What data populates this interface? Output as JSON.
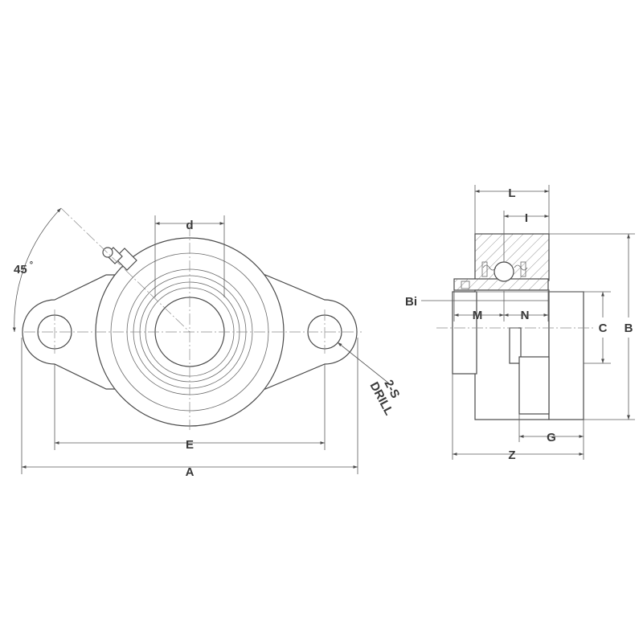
{
  "labels": {
    "d": "d",
    "angle": "45",
    "degree": "°",
    "E": "E",
    "A": "A",
    "drill_line1": "2-S",
    "drill_line2": "DRILL",
    "L": "L",
    "I": "I",
    "Bi": "Bi",
    "M": "M",
    "N": "N",
    "C": "C",
    "B": "B",
    "G": "G",
    "Z": "Z"
  },
  "colors": {
    "line": "#4a4a4a",
    "background": "#ffffff"
  }
}
